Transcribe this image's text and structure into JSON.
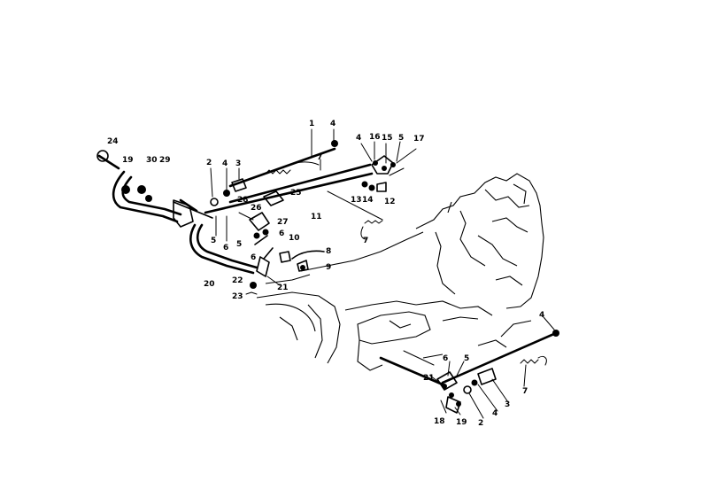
{
  "diagram": {
    "labels": [
      {
        "key": "l1",
        "text": "1"
      },
      {
        "key": "l4a",
        "text": "4"
      },
      {
        "key": "l7a",
        "text": "7"
      },
      {
        "key": "l2a",
        "text": "2"
      },
      {
        "key": "l4b",
        "text": "4"
      },
      {
        "key": "l3a",
        "text": "3"
      },
      {
        "key": "l24",
        "text": "24"
      },
      {
        "key": "l19a",
        "text": "19"
      },
      {
        "key": "l30",
        "text": "30"
      },
      {
        "key": "l29",
        "text": "29"
      },
      {
        "key": "l25",
        "text": "25"
      },
      {
        "key": "l28",
        "text": "28"
      },
      {
        "key": "l26",
        "text": "26"
      },
      {
        "key": "l27",
        "text": "27"
      },
      {
        "key": "l5a",
        "text": "5"
      },
      {
        "key": "l6a",
        "text": "6"
      },
      {
        "key": "l5b",
        "text": "5"
      },
      {
        "key": "l6b",
        "text": "6"
      },
      {
        "key": "l6c",
        "text": "6"
      },
      {
        "key": "l10",
        "text": "10"
      },
      {
        "key": "l8",
        "text": "8"
      },
      {
        "key": "l9",
        "text": "9"
      },
      {
        "key": "l20",
        "text": "20"
      },
      {
        "key": "l22",
        "text": "22"
      },
      {
        "key": "l21a",
        "text": "21"
      },
      {
        "key": "l23",
        "text": "23"
      },
      {
        "key": "l11",
        "text": "11"
      },
      {
        "key": "l7b",
        "text": "7"
      },
      {
        "key": "l4c",
        "text": "4"
      },
      {
        "key": "l16",
        "text": "16"
      },
      {
        "key": "l15",
        "text": "15"
      },
      {
        "key": "l5c",
        "text": "5"
      },
      {
        "key": "l17",
        "text": "17"
      },
      {
        "key": "l13",
        "text": "13"
      },
      {
        "key": "l14",
        "text": "14"
      },
      {
        "key": "l12",
        "text": "12"
      },
      {
        "key": "l4d",
        "text": "4"
      },
      {
        "key": "l6d",
        "text": "6"
      },
      {
        "key": "l5d",
        "text": "5"
      },
      {
        "key": "l21b",
        "text": "21"
      },
      {
        "key": "l7c",
        "text": "7"
      },
      {
        "key": "l3b",
        "text": "3"
      },
      {
        "key": "l4e",
        "text": "4"
      },
      {
        "key": "l2b",
        "text": "2"
      },
      {
        "key": "l18",
        "text": "18"
      },
      {
        "key": "l19b",
        "text": "19"
      }
    ]
  }
}
